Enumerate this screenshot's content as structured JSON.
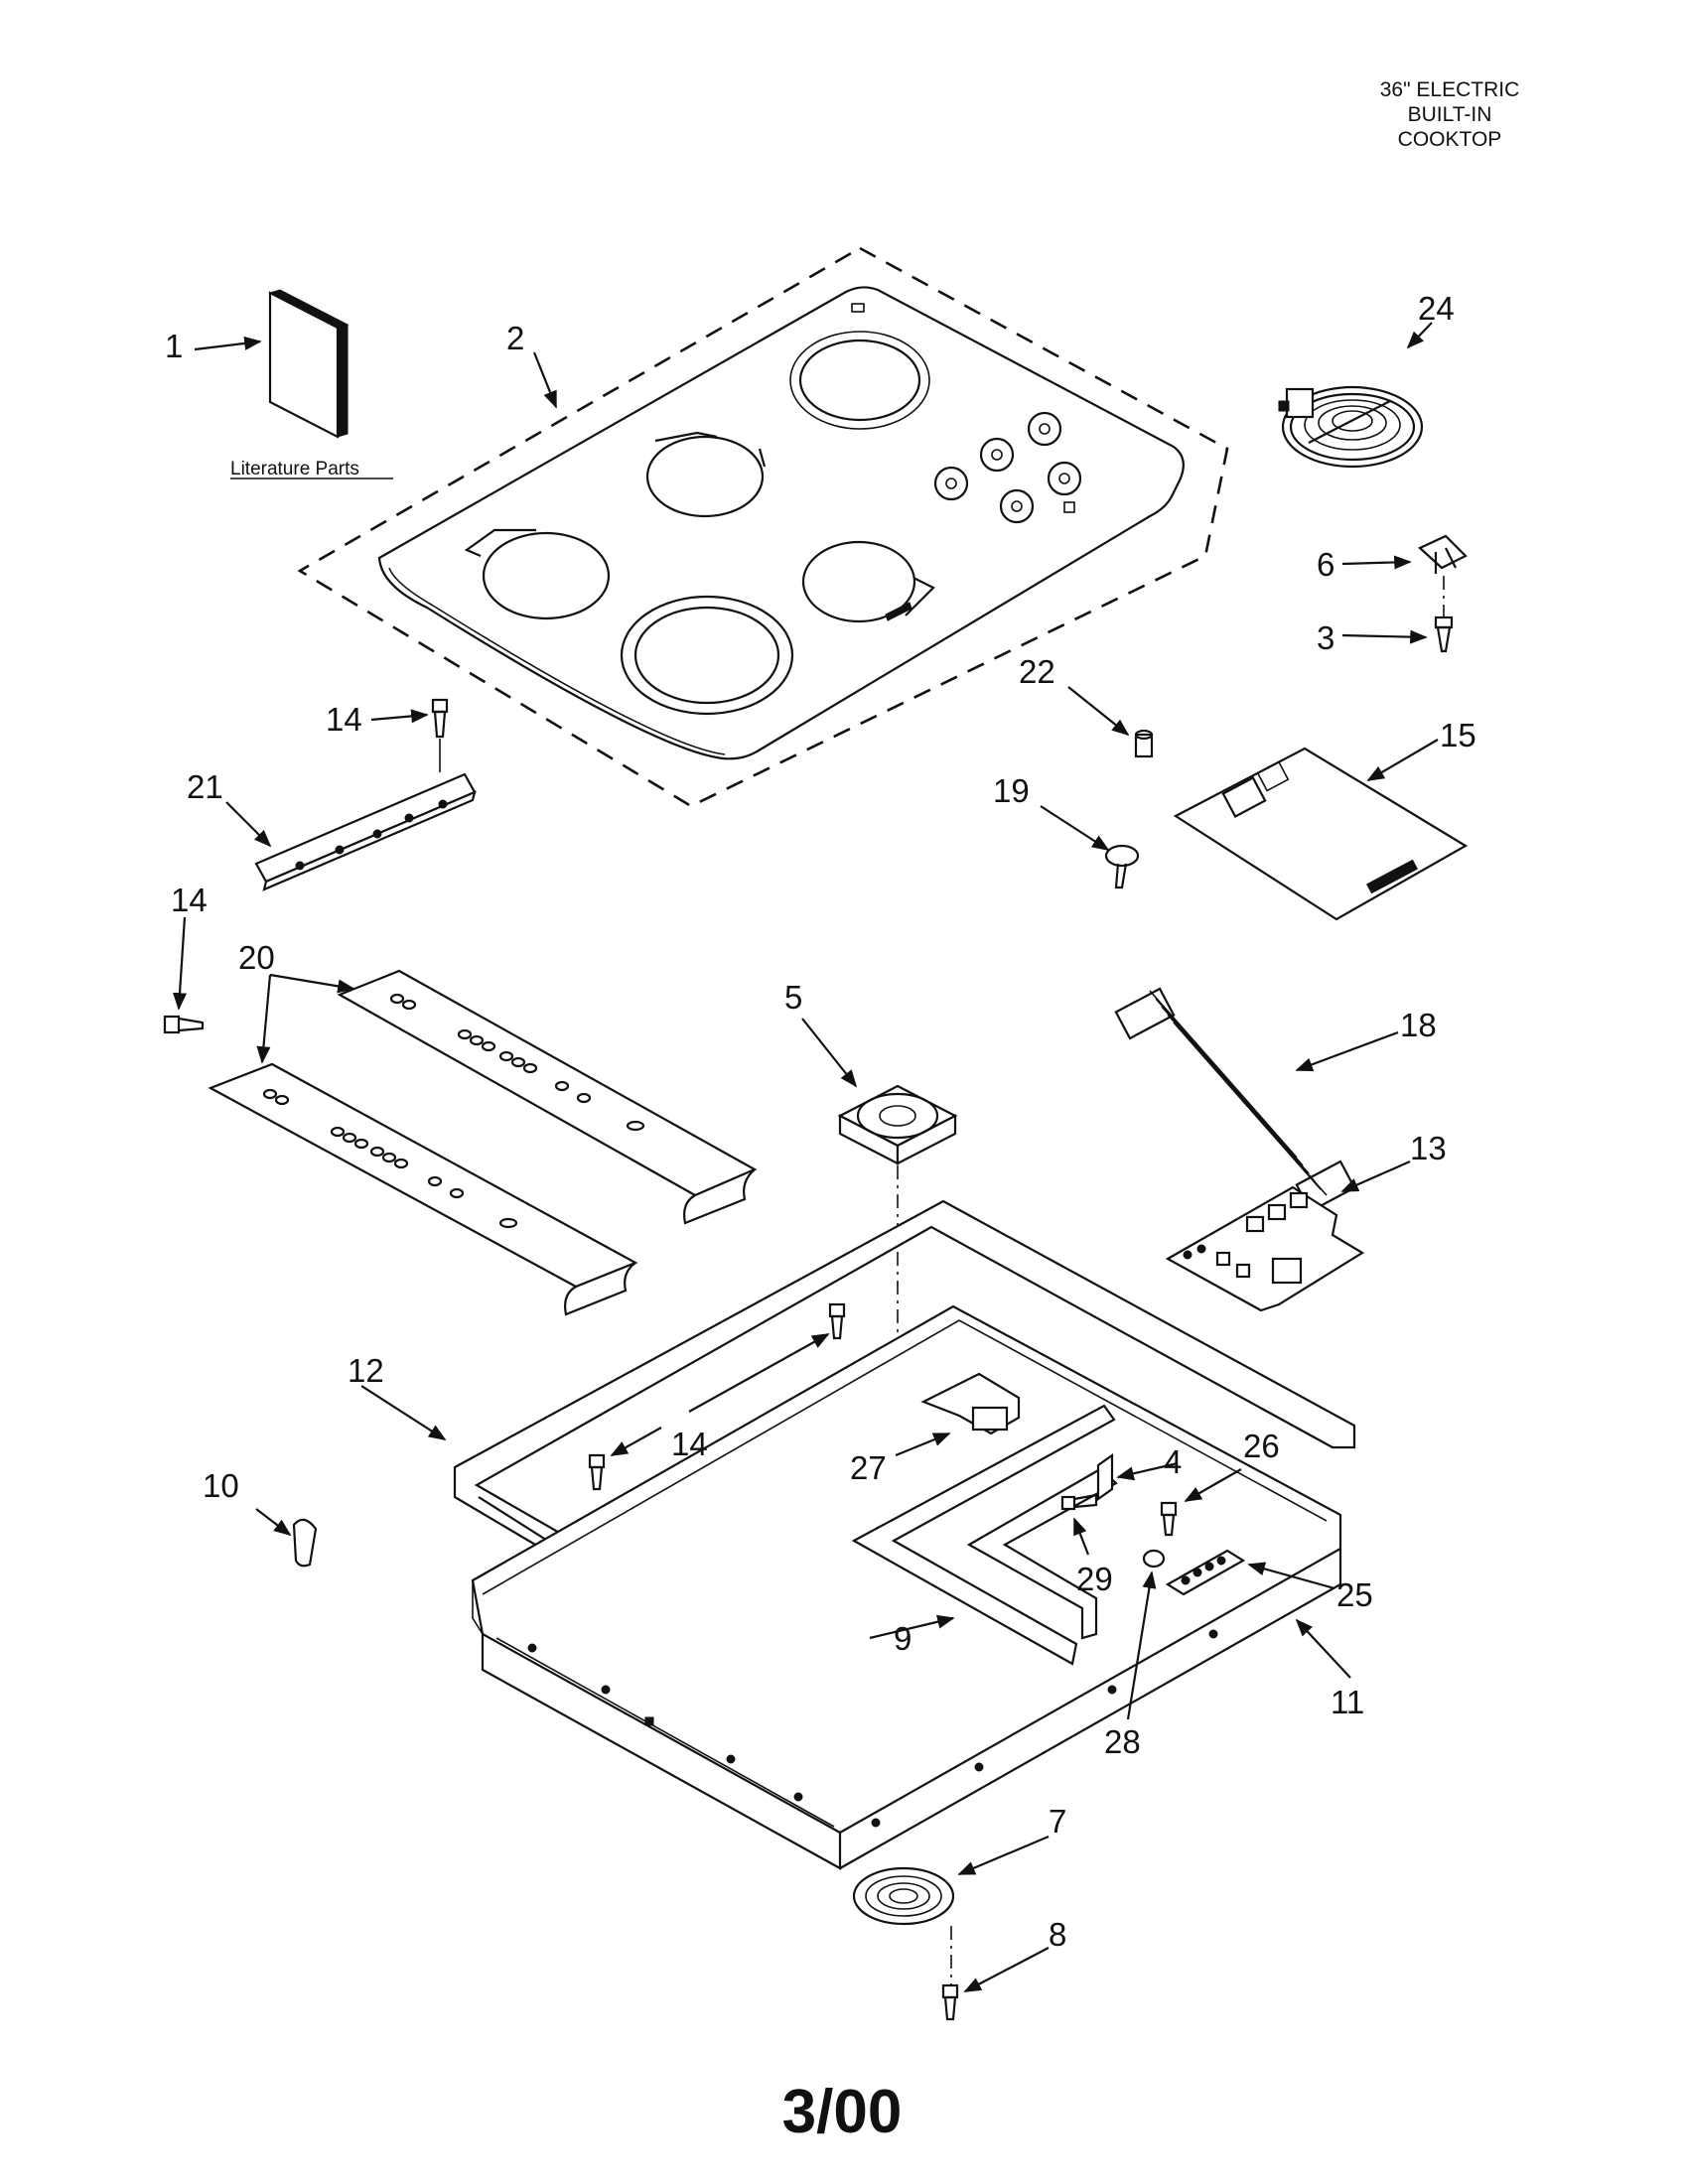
{
  "header": {
    "title_lines": [
      "36\" ELECTRIC",
      "BUILT-IN",
      "COOKTOP"
    ]
  },
  "footer": {
    "date": "3/00"
  },
  "literature_label": "Literature Parts",
  "callouts": [
    "1",
    "2",
    "24",
    "6",
    "3",
    "22",
    "15",
    "19",
    "14",
    "21",
    "14",
    "20",
    "5",
    "18",
    "13",
    "12",
    "14",
    "27",
    "4",
    "26",
    "10",
    "29",
    "25",
    "9",
    "11",
    "28",
    "7",
    "8"
  ]
}
